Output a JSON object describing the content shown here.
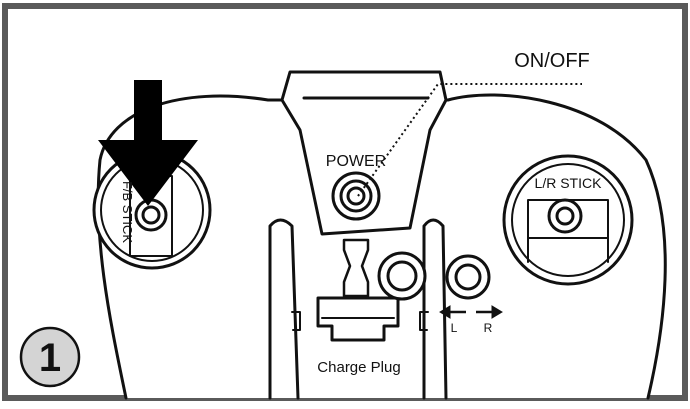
{
  "step_number": "1",
  "labels": {
    "on_off": "ON/OFF",
    "power": "POWER",
    "fb_stick": "F/B STICK",
    "lr_stick": "L/R STICK",
    "charge_plug": "Charge Plug",
    "left": "L",
    "right": "R"
  },
  "colors": {
    "frame": "#5a5a5a",
    "ink": "#111111",
    "badge": "#d4d4d4",
    "paper": "#ffffff"
  },
  "icons": {
    "pointer": "down-arrow-icon",
    "direction": "left-right-arrows-icon"
  }
}
